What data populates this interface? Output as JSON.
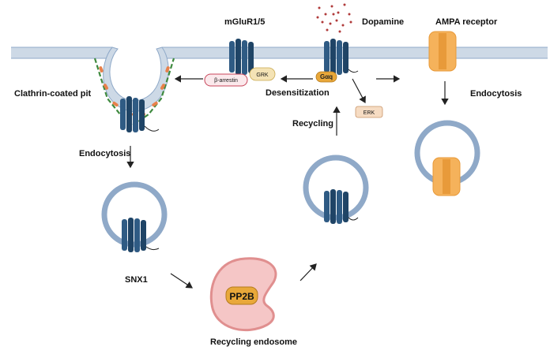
{
  "labels": {
    "mglur": "mGluR1/5",
    "dopamine": "Dopamine",
    "ampa": "AMPA receptor",
    "clathrin": "Clathrin-coated pit",
    "grk": "GRK",
    "barrestin": "β-arrestin",
    "gaq": "Gαq",
    "desensitization": "Desensitization",
    "erk": "ERK",
    "endocytosis_left": "Endocytosis",
    "endocytosis_right": "Endocytosis",
    "recycling": "Recycling",
    "snx1": "SNX1",
    "pp2b": "PP2B",
    "recycling_endosome": "Recycling endosome"
  },
  "colors": {
    "membrane_fill": "#cdd9e6",
    "membrane_line": "#8fa9c8",
    "receptor": "#2f5b84",
    "receptor_dark": "#1f4466",
    "ampa": "#f5b25b",
    "ampa_dark": "#e89a3a",
    "clathrin_green": "#3f8a3f",
    "clathrin_orange": "#e8804a",
    "dopamine_dot": "#b03a3a",
    "endosome": "#f5c6c6",
    "endosome_stroke": "#e08f8f",
    "pp2b": "#e9a83a",
    "grk_fill": "#f4e3b5",
    "erk_fill": "#f6dcc3",
    "barrestin_stroke": "#c8455a"
  }
}
